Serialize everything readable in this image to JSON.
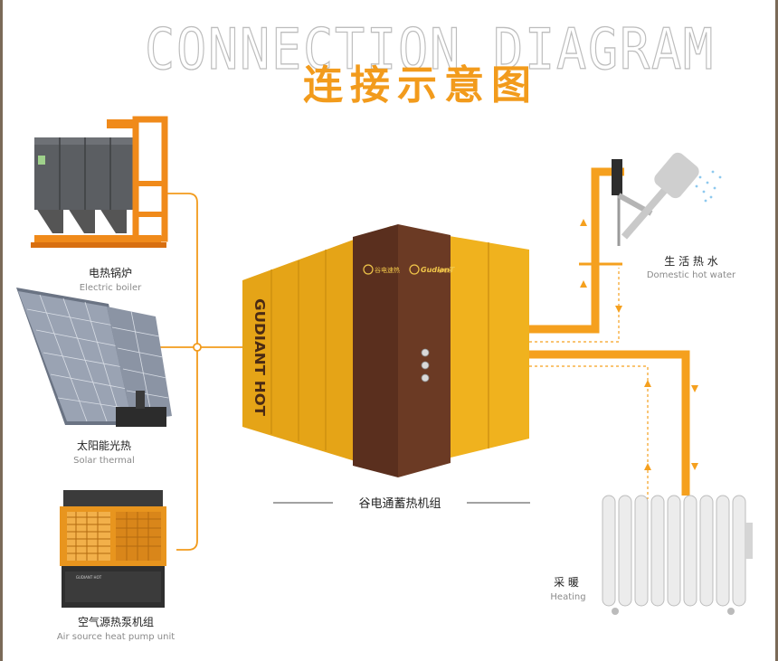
{
  "title_en": "CONNECTION DIAGRAM",
  "title_cn": "连接示意图",
  "sources": {
    "boiler": {
      "cn": "电热锅炉",
      "en": "Electric boiler"
    },
    "solar": {
      "cn": "太阳能光热",
      "en": "Solar thermal"
    },
    "heatpump": {
      "cn": "空气源热泵机组",
      "en": "Air source heat pump unit",
      "badge": "GUDIANT HOT"
    }
  },
  "unit": {
    "side_brand": "GUDIANT HOT",
    "logo_cn": "谷电速热",
    "logo_brand": "GudianT",
    "logo_suffix": "谷电速",
    "caption": "谷电通蓄热机组"
  },
  "outputs": {
    "hot_water": {
      "cn": "生 活 热 水",
      "en": "Domestic hot water"
    },
    "heating": {
      "cn": "采 暖",
      "en": "Heating"
    }
  },
  "colors": {
    "accent": "#f29b1c",
    "unit_yellow": "#e9a818",
    "unit_brown": "#5a2f1e",
    "pipe": "#f5a01e"
  }
}
